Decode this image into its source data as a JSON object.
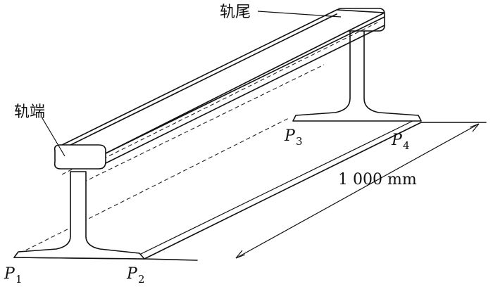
{
  "labels": {
    "rail_tail": "轨尾",
    "rail_end": "轨端",
    "dimension": "1 000 mm"
  },
  "points": [
    {
      "letter": "P",
      "sub": "1"
    },
    {
      "letter": "P",
      "sub": "2"
    },
    {
      "letter": "P",
      "sub": "3"
    },
    {
      "letter": "P",
      "sub": "4"
    }
  ]
}
